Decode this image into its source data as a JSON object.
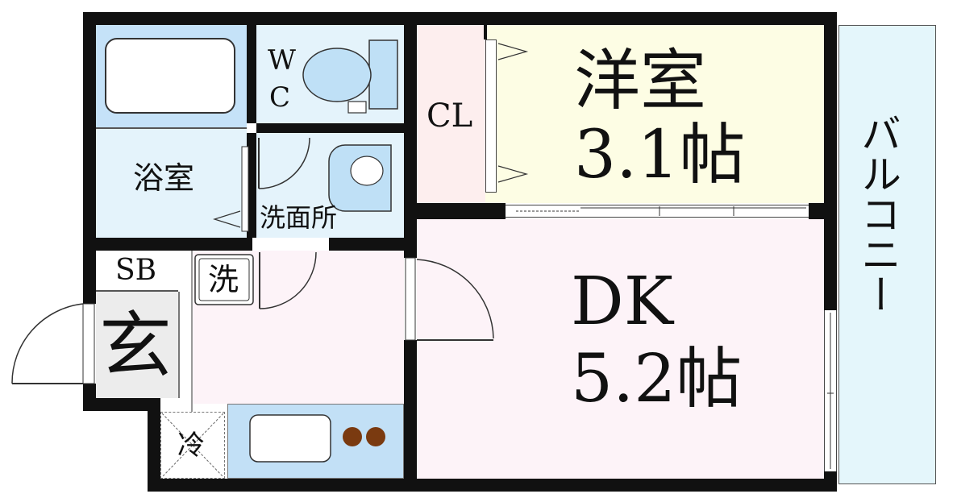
{
  "rooms": {
    "bath": "浴室",
    "wc_top": "W",
    "wc_bottom": "C",
    "washroom": "洗面所",
    "closet": "CL",
    "western_room_name": "洋室",
    "western_room_size": "3.1帖",
    "dk_name": "DK",
    "dk_size": "5.2帖",
    "balcony": "バルコニー",
    "shoe_box": "SB",
    "entrance": "玄",
    "washer": "洗",
    "fridge": "冷"
  },
  "colors": {
    "bath": "#c5e2f8",
    "bath_light": "#e4f3fb",
    "closet": "#fdeeee",
    "western": "#fdfde4",
    "dk": "#fdf3f8",
    "balcony": "#e4f6fb",
    "kitchen": "#c2e0f6",
    "entrance": "#ececec",
    "wall": "#111111",
    "stove": "#7a3a10"
  }
}
